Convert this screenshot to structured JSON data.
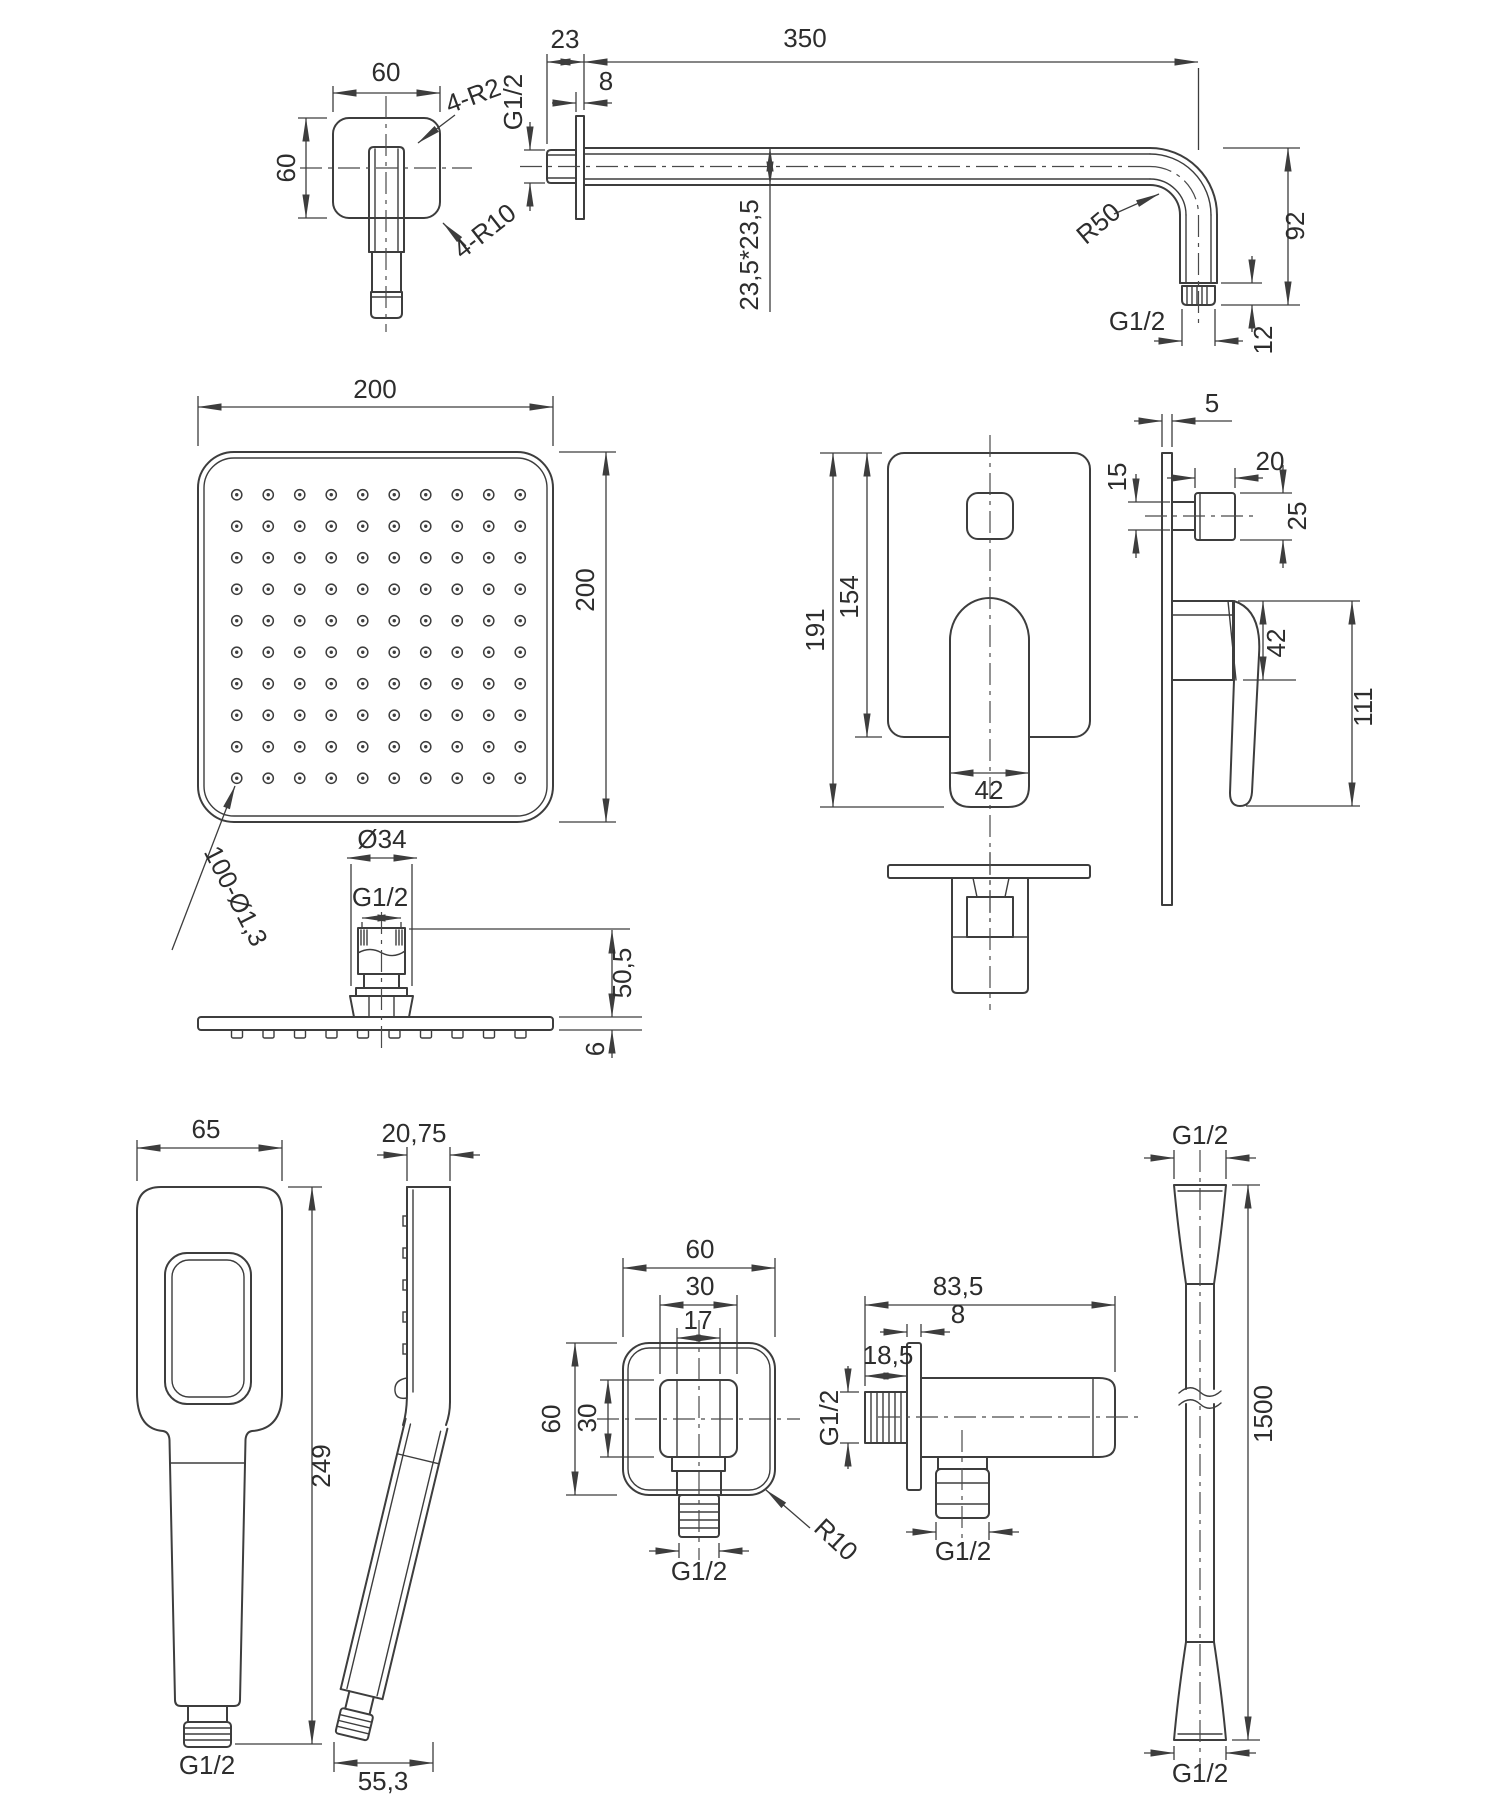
{
  "title": "Shower set technical drawing",
  "labels": {
    "arm_flange": {
      "width": "60",
      "height": "60",
      "corner_radius": "4-R2",
      "plate_radius": "4-R10"
    },
    "arm_side": {
      "wall_offset": "23",
      "length": "350",
      "flange_thickness": "8",
      "inlet_thread": "G1/2",
      "section": "23,5*23,5",
      "bend_radius": "R50",
      "drop_height": "92",
      "outlet_thread": "G1/2",
      "tip_length": "12"
    },
    "head_top": {
      "width": "200",
      "depth": "200",
      "nozzles": "100-Ø1,3"
    },
    "head_side": {
      "hub_diameter": "Ø34",
      "thread": "G1/2",
      "hub_height": "50,5",
      "plate_thickness": "6"
    },
    "mixer_front": {
      "total_height": "191",
      "plate_height": "154",
      "handle_width": "42"
    },
    "mixer_side": {
      "plate_thickness": "5",
      "knob_offset": "15",
      "knob_length": "20",
      "knob_height": "25",
      "body_height": "42",
      "handle_length": "111"
    },
    "hand_shower_front": {
      "width": "65",
      "length": "249",
      "thread": "G1/2"
    },
    "hand_shower_side": {
      "thickness": "20,75",
      "base_width": "55,3"
    },
    "elbow_front": {
      "width": "60",
      "socket_width": "30",
      "bore": "17",
      "height": "60",
      "socket_height": "30",
      "corner_radius": "R10",
      "outlet_thread": "G1/2"
    },
    "elbow_side": {
      "length": "83,5",
      "plate_thickness": "8",
      "stub_length": "18,5",
      "inlet_thread": "G1/2",
      "outlet_thread": "G1/2"
    },
    "hose": {
      "top_thread": "G1/2",
      "length": "1500",
      "bottom_thread": "G1/2"
    }
  }
}
